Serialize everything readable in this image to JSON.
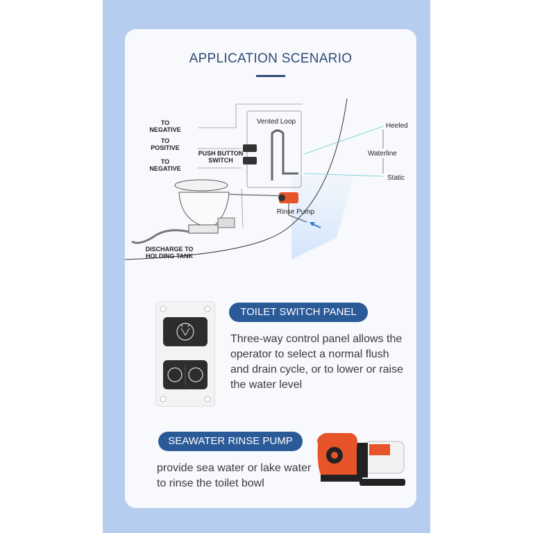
{
  "header": {
    "title": "APPLICATION SCENARIO"
  },
  "diagram": {
    "labels": {
      "to_negative_1": [
        "TO",
        "NEGATIVE"
      ],
      "to_positive": [
        "TO",
        "POSITIVE"
      ],
      "to_negative_2": [
        "TO",
        "NEGATIVE"
      ],
      "push_button_switch": [
        "PUSH BUTTON",
        "SWITCH"
      ],
      "vented_loop": "Vented Loop",
      "heeled": "Heeled",
      "waterline": "Waterline",
      "static": "Static",
      "rinse_pump": "Rinse Pump",
      "discharge": [
        "DISCHARGE TO",
        "HOLDING TANK"
      ]
    }
  },
  "switch_panel": {
    "heading": "TOILET SWITCH PANEL",
    "description": "Three-way control panel allows the operator to select a normal flush and drain cycle, or to lower or raise the water level"
  },
  "rinse_pump": {
    "heading": "SEAWATER RINSE PUMP",
    "description": "provide sea water or lake water to rinse the toilet bowl"
  },
  "colors": {
    "accent": "#2b5a98",
    "title": "#2e4a74",
    "background_strip": "#b7cdf0",
    "pump_orange": "#e8542a"
  }
}
